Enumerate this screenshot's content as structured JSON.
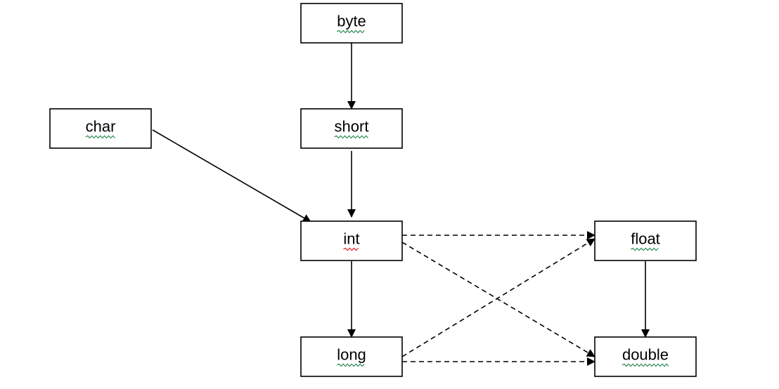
{
  "diagram": {
    "colors": {
      "stroke": "#000000",
      "box_fill": "#ffffff",
      "spell_underline": "#2e8b57",
      "spell_error_underline": "#e02020"
    },
    "nodes": [
      {
        "id": "byte",
        "label": "byte",
        "underline": "spell"
      },
      {
        "id": "short",
        "label": "short",
        "underline": "spell"
      },
      {
        "id": "char",
        "label": "char",
        "underline": "spell"
      },
      {
        "id": "int",
        "label": "int",
        "underline": "error"
      },
      {
        "id": "long",
        "label": "long",
        "underline": "spell"
      },
      {
        "id": "float",
        "label": "float",
        "underline": "spell"
      },
      {
        "id": "double",
        "label": "double",
        "underline": "spell"
      }
    ],
    "edges": [
      {
        "from": "byte",
        "to": "short",
        "style": "solid"
      },
      {
        "from": "short",
        "to": "int",
        "style": "solid"
      },
      {
        "from": "char",
        "to": "int",
        "style": "solid"
      },
      {
        "from": "int",
        "to": "long",
        "style": "solid"
      },
      {
        "from": "float",
        "to": "double",
        "style": "solid"
      },
      {
        "from": "int",
        "to": "float",
        "style": "dashed"
      },
      {
        "from": "int",
        "to": "double",
        "style": "dashed"
      },
      {
        "from": "long",
        "to": "float",
        "style": "dashed"
      },
      {
        "from": "long",
        "to": "double",
        "style": "dashed"
      }
    ]
  }
}
